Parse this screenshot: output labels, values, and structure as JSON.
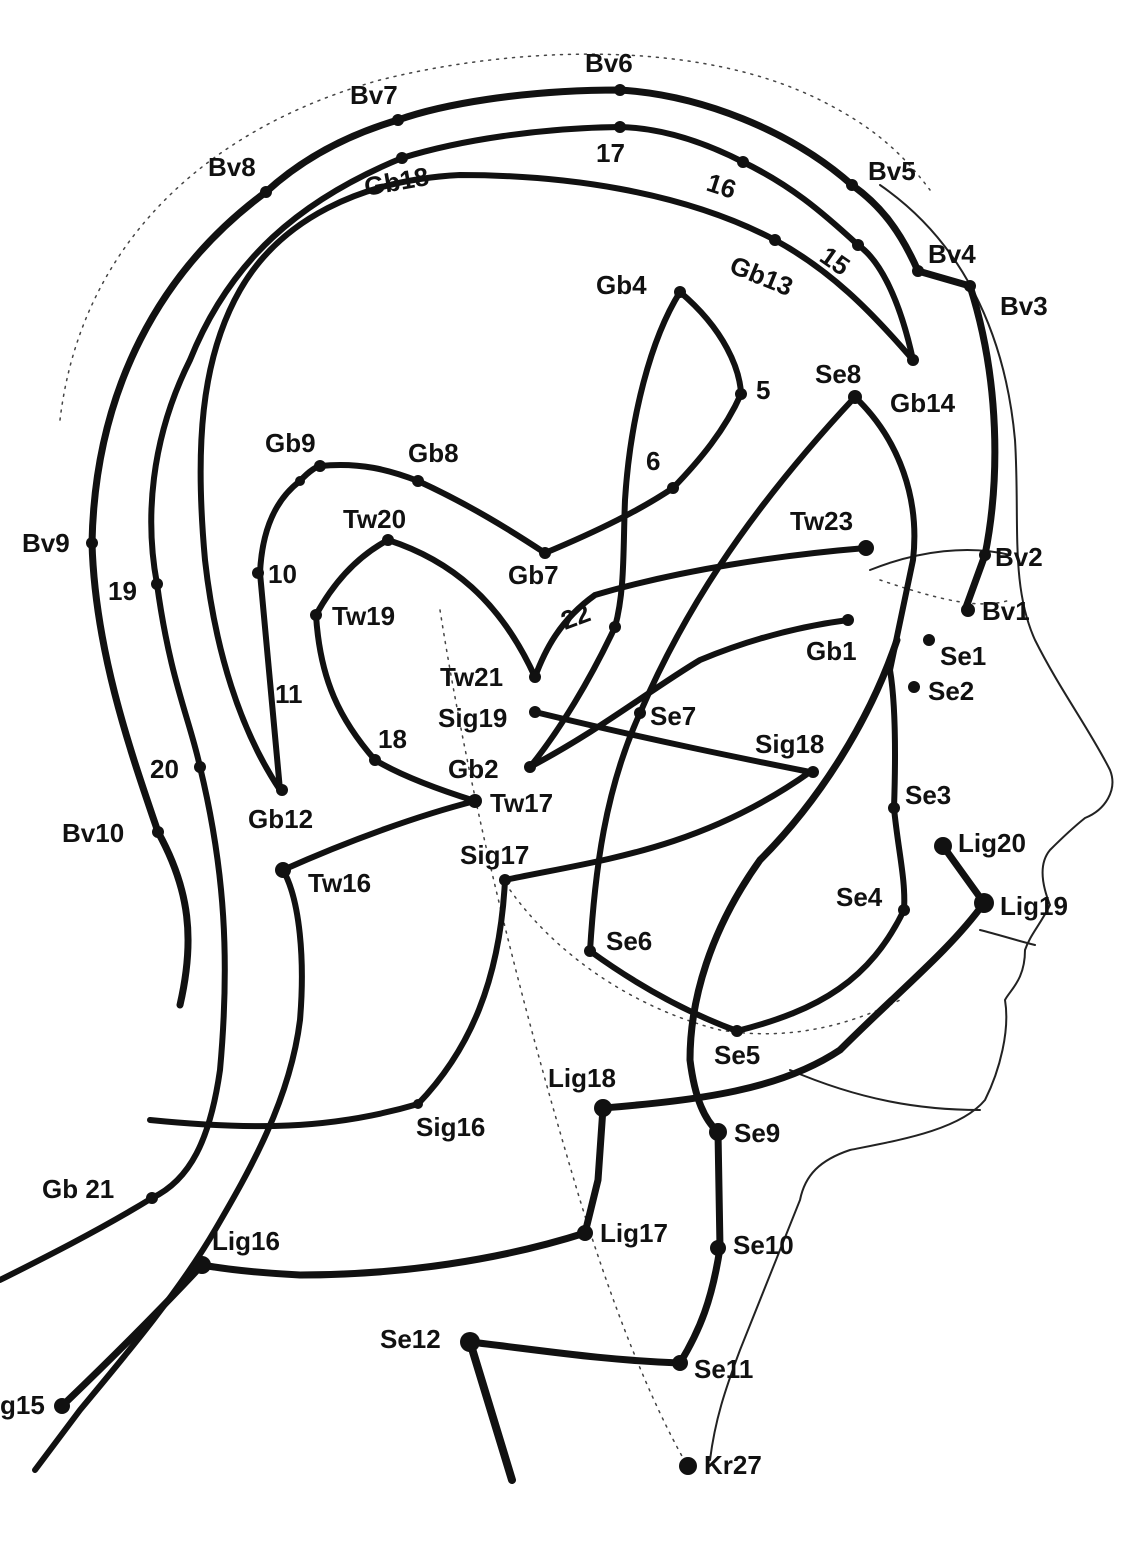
{
  "colors": {
    "ink": "#111111",
    "background": "#ffffff"
  },
  "points": {
    "bv1": "Bv1",
    "bv2": "Bv2",
    "bv3": "Bv3",
    "bv4": "Bv4",
    "bv5": "Bv5",
    "bv6": "Bv6",
    "bv7": "Bv7",
    "bv8": "Bv8",
    "bv9": "Bv9",
    "bv10": "Bv10",
    "gb1": "Gb1",
    "gb2": "Gb2",
    "gb4": "Gb4",
    "gb5": "5",
    "gb6": "6",
    "gb7": "Gb7",
    "gb8": "Gb8",
    "gb9": "Gb9",
    "gb10": "10",
    "gb11": "11",
    "gb12": "Gb12",
    "gb13": "Gb13",
    "gb14": "Gb14",
    "gb15": "15",
    "gb16": "16",
    "gb17": "17",
    "gb18": "Gb18",
    "gb19": "19",
    "gb20": "20",
    "gb21": "Gb 21",
    "tw16": "Tw16",
    "tw17": "Tw17",
    "tw18": "18",
    "tw19": "Tw19",
    "tw20": "Tw20",
    "tw21": "Tw21",
    "tw22": "22",
    "tw23": "Tw23",
    "sig16": "Sig16",
    "sig17": "Sig17",
    "sig18": "Sig18",
    "sig19": "Sig19",
    "se1": "Se1",
    "se2": "Se2",
    "se3": "Se3",
    "se4": "Se4",
    "se5": "Se5",
    "se6": "Se6",
    "se7": "Se7",
    "se8": "Se8",
    "se9": "Se9",
    "se10": "Se10",
    "se11": "Se11",
    "se12": "Se12",
    "lig15": "g15",
    "lig16": "Lig16",
    "lig17": "Lig17",
    "lig18": "Lig18",
    "lig19": "Lig19",
    "lig20": "Lig20",
    "kr27": "Kr27"
  }
}
